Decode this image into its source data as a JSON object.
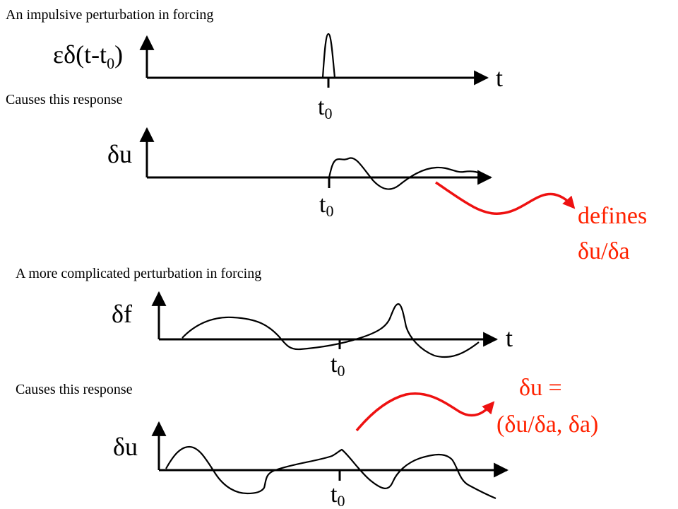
{
  "panel1": {
    "caption": "An impulsive perturbation in forcing",
    "ylabel_main": "εδ(t-t",
    "ylabel_sub": "0",
    "ylabel_close": ")",
    "xlabel": "t",
    "tick_main": "t",
    "tick_sub": "0"
  },
  "panel2": {
    "caption": "Causes this response",
    "ylabel": "δu",
    "tick_main": "t",
    "tick_sub": "0"
  },
  "panel3": {
    "caption": "A more complicated perturbation in forcing",
    "ylabel": "δf",
    "xlabel": "t",
    "tick_main": "t",
    "tick_sub": "0"
  },
  "panel4": {
    "caption": "Causes this response",
    "ylabel": "δu",
    "tick_main": "t",
    "tick_sub": "0"
  },
  "annotation1": {
    "line1": "defines",
    "line2": "δu/δa"
  },
  "annotation2": {
    "line1": "δu =",
    "line2": "(δu/δa, δa)"
  },
  "colors": {
    "annotation": "#ff2200",
    "arrow": "#ee1111",
    "curves": "#000000"
  }
}
